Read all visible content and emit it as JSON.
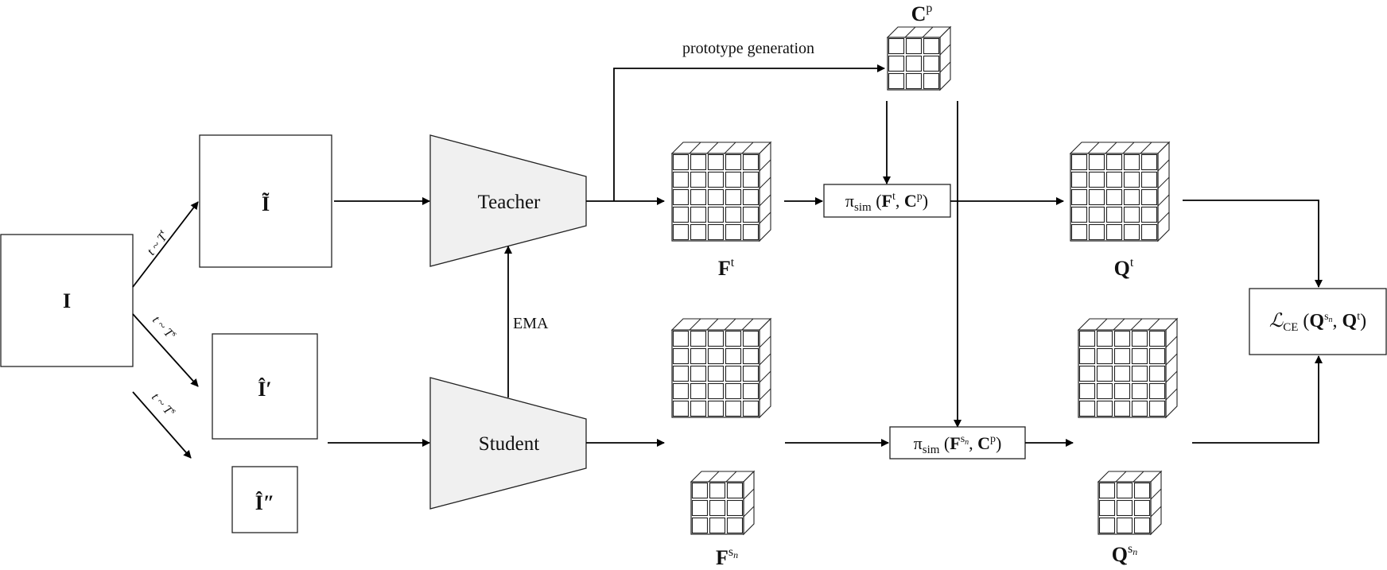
{
  "images": {
    "original": "I",
    "teacher_view": "Ĩ",
    "student_view_1": "Î′",
    "student_view_2": "Î″"
  },
  "augmentations": {
    "teacher": {
      "main": "t ~ T",
      "sup": "t"
    },
    "student_a": {
      "main": "t ~ T",
      "sup": "s"
    },
    "student_b": {
      "main": "t ~ T",
      "sup": "s"
    }
  },
  "networks": {
    "teacher": "Teacher",
    "student": "Student",
    "ema": "EMA"
  },
  "edges": {
    "prototype_generation": "prototype generation"
  },
  "tensors": {
    "prototypes": {
      "main": "C",
      "sup": "p"
    },
    "teacher_features": {
      "main": "F",
      "sup": "t"
    },
    "student_features": {
      "main": "F",
      "sup": "s",
      "sub": "n"
    },
    "teacher_assign": {
      "main": "Q",
      "sup": "t"
    },
    "student_assign": {
      "main": "Q",
      "sup": "s",
      "sub": "n"
    }
  },
  "ops": {
    "sim_teacher": {
      "pi": "π",
      "sub": "sim",
      "open": " (",
      "a": "F",
      "a_sup": "t",
      "sep": ", ",
      "b": "C",
      "b_sup": "p",
      "close": ")"
    },
    "sim_student": {
      "pi": "π",
      "sub": "sim",
      "open": " (",
      "a": "F",
      "a_sup": "s",
      "a_sup_sub": "n",
      "sep": ", ",
      "b": "C",
      "b_sup": "p",
      "close": ")"
    },
    "loss": {
      "L": "ℒ",
      "sub": "CE",
      "open": " (",
      "a": "Q",
      "a_sup": "s",
      "a_sup_sub": "n",
      "sep": ", ",
      "b": "Q",
      "b_sup": "t",
      "close": ")"
    }
  }
}
